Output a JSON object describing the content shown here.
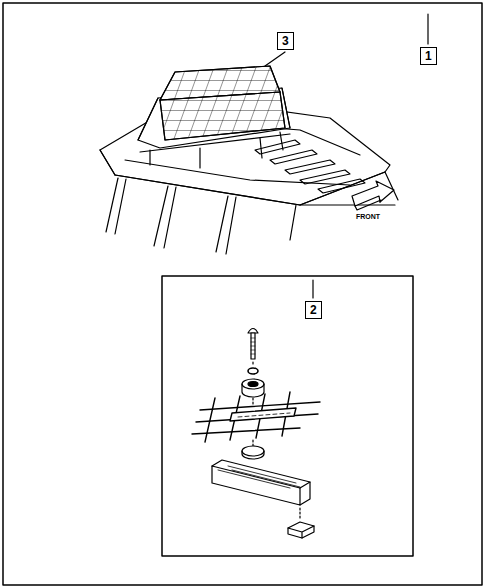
{
  "diagram": {
    "labels": [
      "3",
      "1",
      "FRONT",
      "2"
    ]
  }
}
